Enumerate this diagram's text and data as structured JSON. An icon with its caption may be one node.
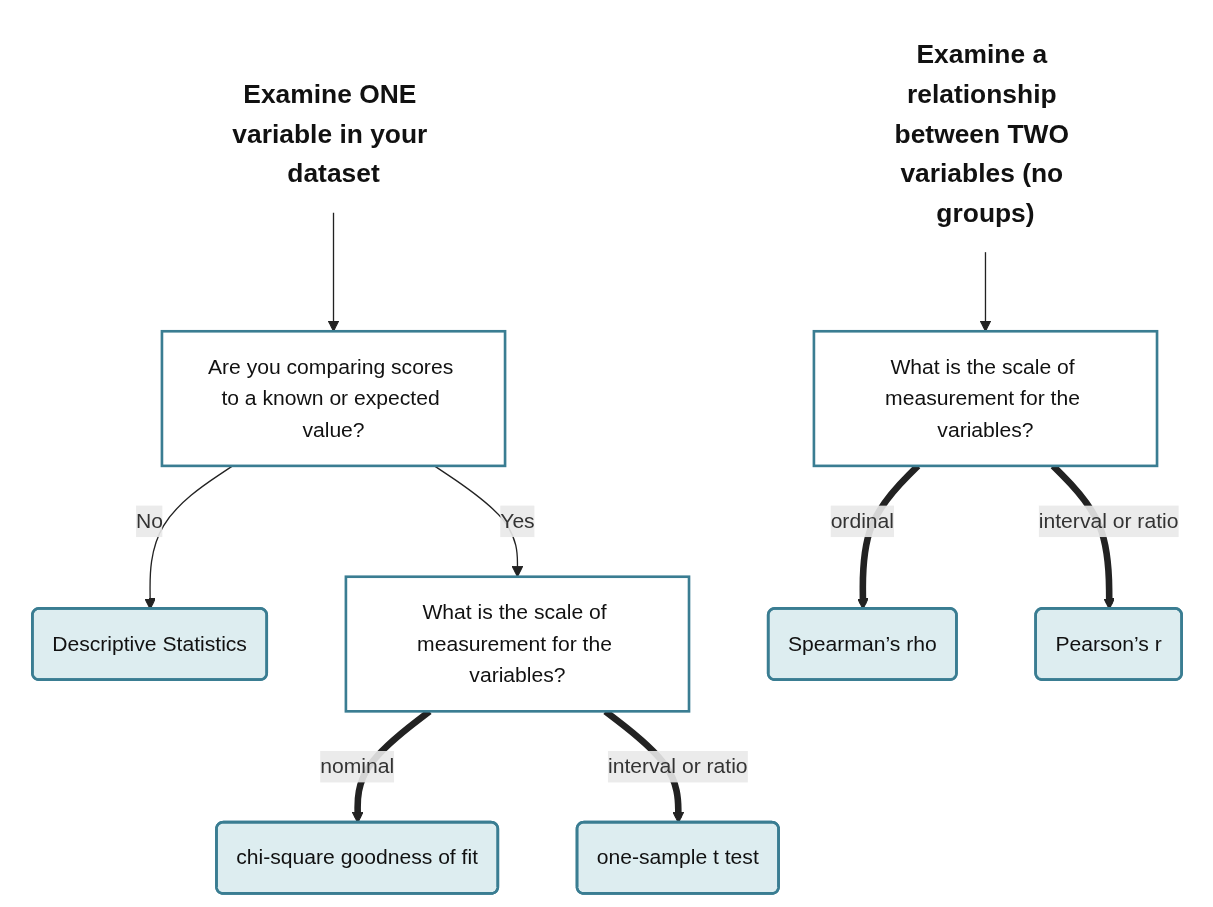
{
  "diagram": {
    "nodes": [
      {
        "text": [
          "Examine ONE variable in your dataset"
        ]
      },
      {
        "text": [
          "Are you comparing scores to a known or expected value?"
        ]
      },
      {
        "text": [
          "Descriptive Statistics"
        ]
      },
      {
        "text": [
          "What is the scale of measurement for the variables?"
        ]
      },
      {
        "text": [
          "chi-square goodness of fit"
        ]
      },
      {
        "text": [
          "one-sample t test"
        ]
      },
      {
        "text": [
          "Examine a relationship between TWO variables (no groups)"
        ]
      },
      {
        "text": [
          "What is the scale of measurement for the variables?"
        ]
      },
      {
        "text": [
          "Spearman’s rho"
        ]
      },
      {
        "text": [
          "Pearson’s r"
        ]
      }
    ],
    "edges": [
      {
        "from": 0,
        "to": 1,
        "arrow": "to"
      },
      {
        "from": 1,
        "to": 2,
        "arrow": "to",
        "label": "No"
      },
      {
        "from": 1,
        "to": 3,
        "arrow": "to",
        "label": "Yes"
      },
      {
        "from": 3,
        "to": 4,
        "arrow": "to",
        "label": "nominal",
        "style": "thick"
      },
      {
        "from": 3,
        "to": 5,
        "arrow": "to",
        "label": "interval or ratio",
        "style": "thick"
      },
      {
        "from": 6,
        "to": 7,
        "arrow": "to"
      },
      {
        "from": 7,
        "to": 8,
        "arrow": "to",
        "label": "ordinal",
        "style": "thick"
      },
      {
        "from": 7,
        "to": 9,
        "arrow": "to",
        "label": "interval or ratio",
        "style": "thick"
      }
    ]
  }
}
